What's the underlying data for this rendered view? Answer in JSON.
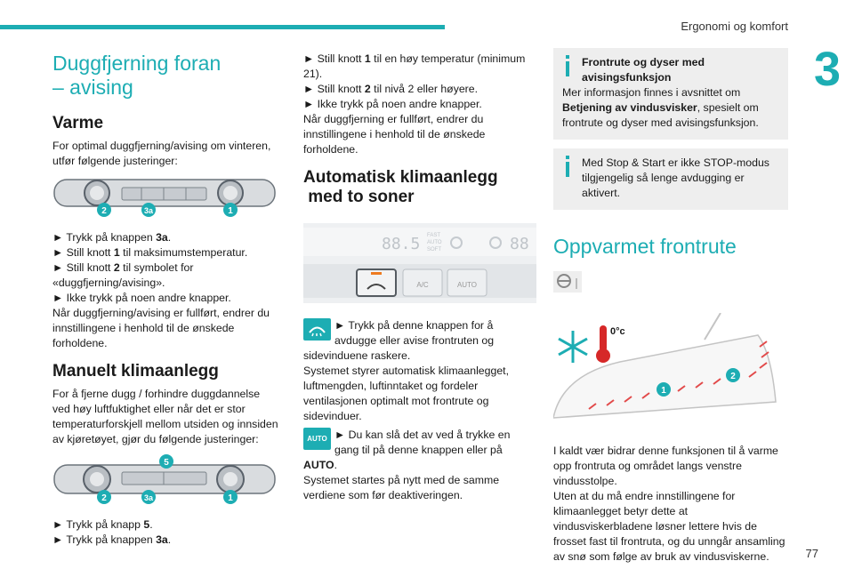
{
  "header": {
    "section": "Ergonomi og komfort",
    "chapter": "3",
    "page": "77"
  },
  "col1": {
    "title_line1": "Duggfjerning foran",
    "title_line2": "– avising",
    "varme_heading": "Varme",
    "varme_intro": "For optimal duggfjerning/avising om vinteren, utfør følgende justeringer:",
    "panel1_labels": [
      "2",
      "3a",
      "1"
    ],
    "steps1": [
      {
        "pre": "► Trykk på knappen ",
        "bold": "3a",
        "post": "."
      },
      {
        "pre": "► Still knott ",
        "bold": "1",
        "post": " til maksimumstemperatur."
      },
      {
        "pre": "► Still knott ",
        "bold": "2",
        "post": " til symbolet for «duggfjerning/avising»."
      },
      {
        "pre": "► Ikke trykk på noen andre knapper.",
        "bold": "",
        "post": ""
      }
    ],
    "note1": "Når duggfjerning/avising er fullført, endrer du innstillingene i henhold til de ønskede forholdene.",
    "manuelt_heading": "Manuelt klimaanlegg",
    "manuelt_intro": "For å fjerne dugg / forhindre duggdannelse ved høy luftfuktighet eller når det er stor temperaturforskjell mellom utsiden og innsiden av kjøretøyet, gjør du følgende justeringer:",
    "panel2_labels": [
      "5",
      "2",
      "3a",
      "1"
    ],
    "steps2": [
      {
        "pre": "► Trykk på knapp ",
        "bold": "5",
        "post": "."
      },
      {
        "pre": "► Trykk på knappen ",
        "bold": "3a",
        "post": "."
      }
    ]
  },
  "col2": {
    "steps_top": [
      {
        "pre": "► Still knott ",
        "bold": "1",
        "post": " til en høy temperatur (minimum 21)."
      },
      {
        "pre": "► Still knott ",
        "bold": "2",
        "post": " til nivå 2 eller høyere."
      },
      {
        "pre": "► Ikke trykk på noen andre knapper.",
        "bold": "",
        "post": ""
      }
    ],
    "note_top": "Når duggfjerning er fullført, endrer du innstillingene i henhold til de ønskede forholdene.",
    "auto_heading_line1": "Automatisk klimaanlegg",
    "auto_heading_line2": "med to soner",
    "panel_display_left": "88.5",
    "panel_display_right": "88",
    "panel_fast": "FAST",
    "panel_auto_small": "AUTO",
    "panel_soft": "SOFT",
    "panel_ac": "A/C",
    "panel_auto": "AUTO",
    "defrost_btn_text": "► Trykk på denne knappen for å avdugge eller avise frontruten og sidevinduene raskere.",
    "system_text": "Systemet styrer automatisk klimaanlegget, luftmengden, luftinntaket og fordeler ventilasjonen optimalt mot frontrute og sidevinduer.",
    "auto_badge": "AUTO",
    "auto_text_pre": "► Du kan slå det av ved å trykke en gang til på denne knappen eller på ",
    "auto_text_bold": "AUTO",
    "auto_text_post": ".",
    "restart_text": "Systemet startes på nytt med de samme verdiene som før deaktiveringen."
  },
  "col3": {
    "info1_title": "Frontrute og dyser med avisingsfunksjon",
    "info1_pre": "Mer informasjon finnes i avsnittet om ",
    "info1_bold": "Betjening av vindusvisker",
    "info1_post": ", spesielt om frontrute og dyser med avisingsfunksjon.",
    "info2_text": "Med Stop & Start er ikke STOP-modus tilgjengelig så lenge avdugging er aktivert.",
    "heading": "Oppvarmet frontrute",
    "temp_label": "0°c",
    "callout1": "1",
    "callout2": "2",
    "body": "I kaldt vær bidrar denne funksjonen til å varme opp frontruta og området langs venstre vindusstolpe.",
    "body2": "Uten at du må endre innstillingene for klimaanlegget betyr dette at vindusviskerbladene løsner lettere hvis de frosset fast til frontruta, og du unngår ansamling av snø som følge av bruk av vindusviskerne."
  },
  "colors": {
    "accent": "#1dadb3",
    "thermo_red": "#d62828",
    "callout": "#1dadb3"
  },
  "icons": [
    "info-icon",
    "defrost-icon",
    "auto-icon",
    "steering-heat-icon",
    "snowflake-icon",
    "thermometer-icon"
  ]
}
